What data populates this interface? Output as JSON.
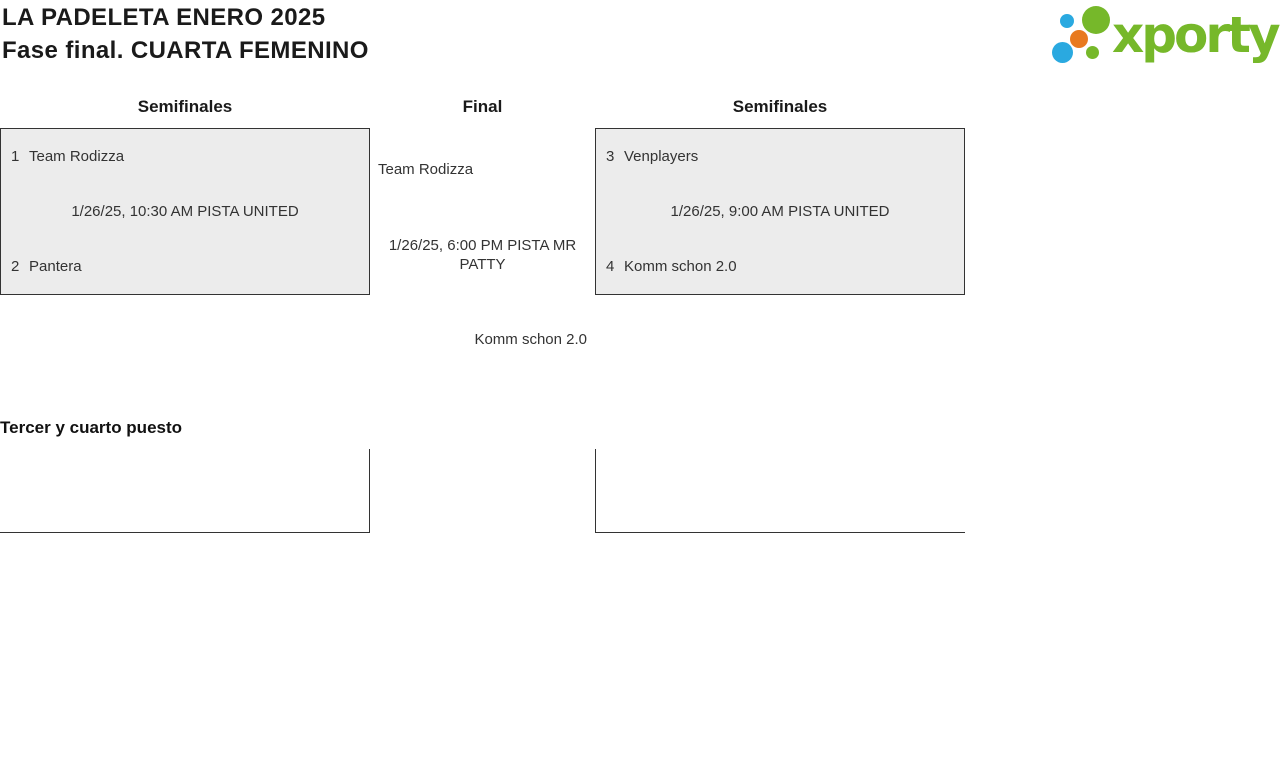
{
  "colors": {
    "accent_green": "#76b82a",
    "accent_blue": "#2aa9e0",
    "accent_orange": "#e87a1e",
    "box_fill": "#ececec",
    "box_border": "#333333",
    "body_text": "#333333",
    "heading_text": "#1a1a1a"
  },
  "header": {
    "title": "LA PADELETA ENERO 2025",
    "subtitle": "Fase final. CUARTA FEMENINO",
    "logo_text": "xporty"
  },
  "bracket": {
    "round_headers": [
      "Semifinales",
      "Final",
      "Semifinales"
    ],
    "semifinal_left": {
      "team1_seed": "1",
      "team1_name": "Team Rodizza",
      "match_info": "1/26/25, 10:30 AM PISTA UNITED",
      "team2_seed": "2",
      "team2_name": "Pantera"
    },
    "final": {
      "team1_name": "Team Rodizza",
      "match_info": "1/26/25, 6:00 PM PISTA MR PATTY",
      "team2_name": "Komm schon 2.0"
    },
    "semifinal_right": {
      "team1_seed": "3",
      "team1_name": "Venplayers",
      "match_info": "1/26/25, 9:00 AM PISTA UNITED",
      "team2_seed": "4",
      "team2_name": "Komm schon 2.0"
    }
  },
  "third_place": {
    "heading": "Tercer y cuarto puesto"
  }
}
